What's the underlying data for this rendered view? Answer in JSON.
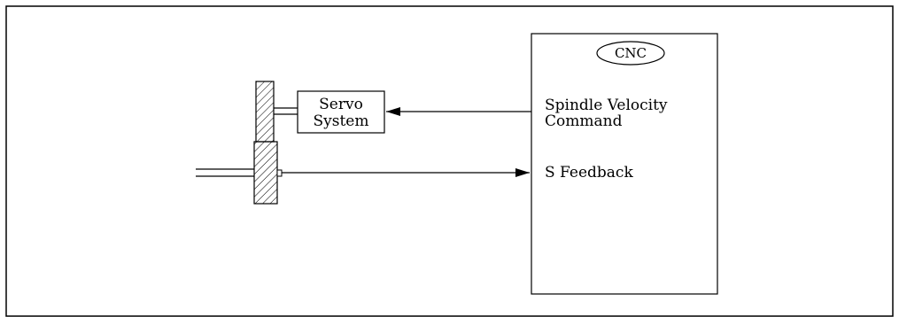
{
  "diagram": {
    "cnc_label": "CNC",
    "servo_line1": "Servo",
    "servo_line2": "System",
    "command_line1": "Spindle Velocity",
    "command_line2": "Command",
    "feedback_label": "S Feedback"
  }
}
